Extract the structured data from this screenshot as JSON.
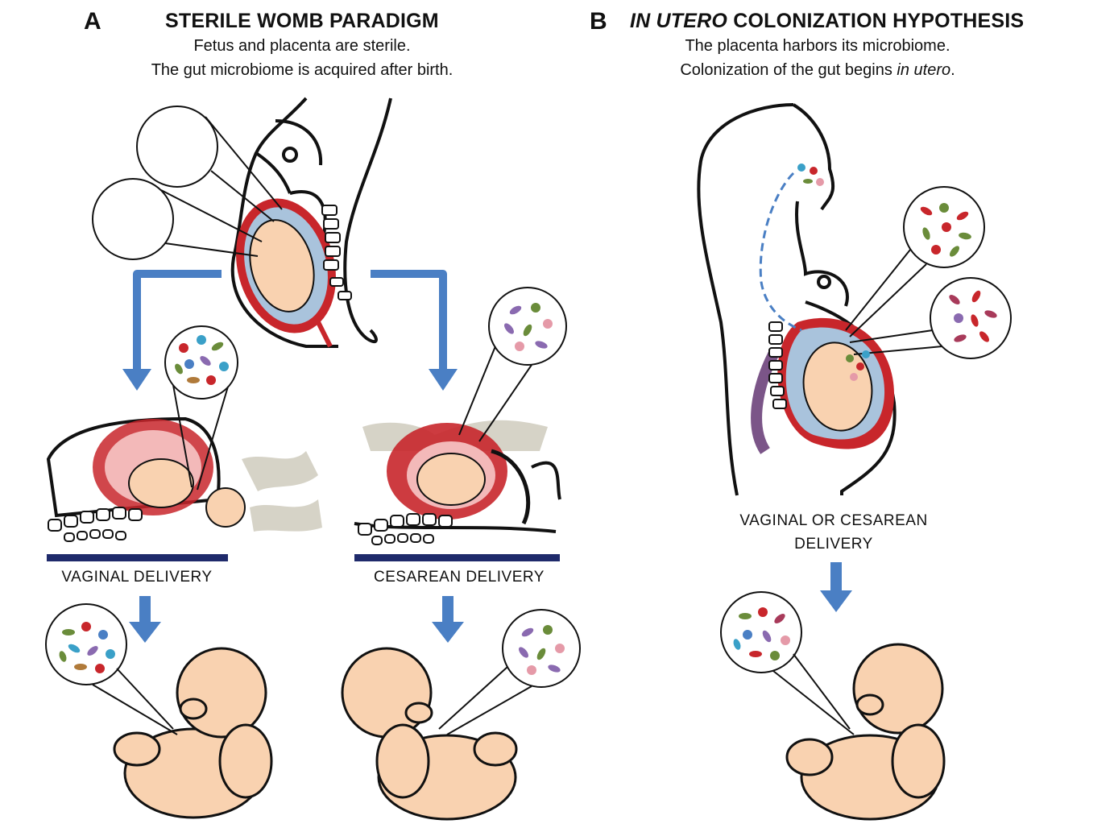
{
  "panel_a": {
    "letter": "A",
    "title": "STERILE WOMB PARADIGM",
    "line1": "Fetus and placenta are sterile.",
    "line2": "The gut microbiome is acquired after birth.",
    "vaginal_label": "VAGINAL DELIVERY",
    "cesarean_label": "CESAREAN DELIVERY"
  },
  "panel_b": {
    "letter": "B",
    "title_italic": "IN UTERO",
    "title_rest": " COLONIZATION HYPOTHESIS",
    "line1": "The placenta harbors its microbiome.",
    "line2_pre": "Colonization of the gut begins ",
    "line2_italic": "in utero",
    "line2_post": ".",
    "delivery_label_1": "VAGINAL OR CESAREAN",
    "delivery_label_2": "DELIVERY"
  },
  "colors": {
    "arrow": "#4a7fc4",
    "skin": "#f9d2b0",
    "uterus": "#c8262b",
    "amniotic": "#a9c3dc",
    "table": "#1f2a6b",
    "hands": "#d6d3c7"
  }
}
